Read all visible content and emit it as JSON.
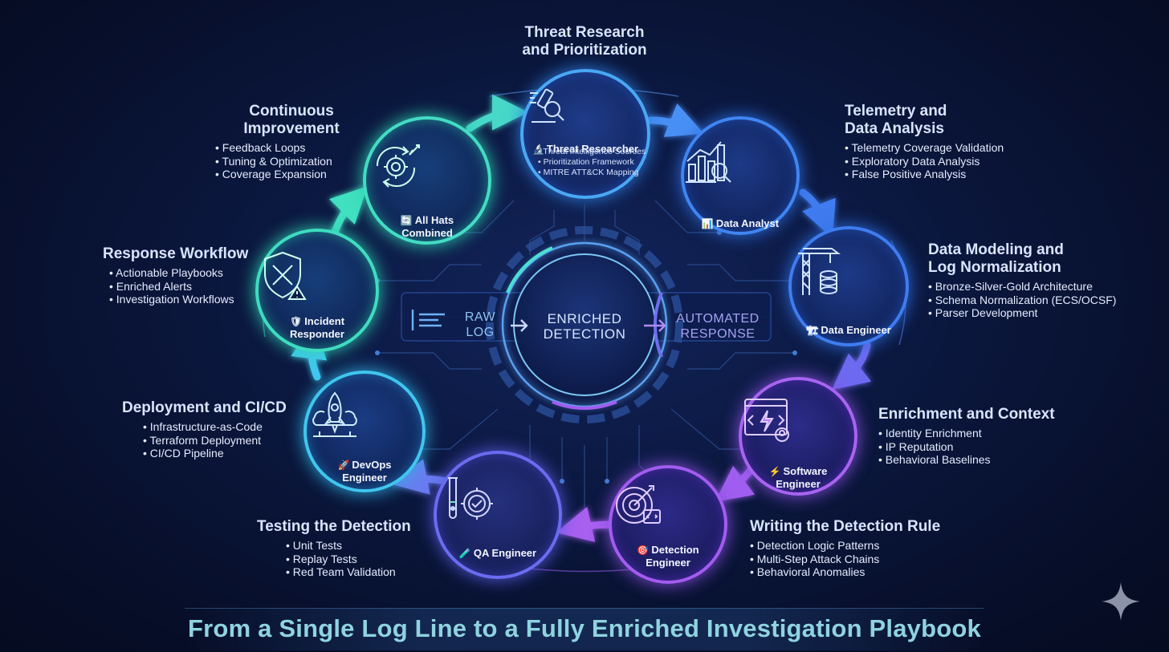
{
  "roles": {
    "threat_researcher": {
      "label": "Threat Researcher",
      "glyph": "🔬",
      "items": [
        "Threat Intelligence Sources",
        "Prioritization Framework",
        "MITRE ATT&CK Mapping"
      ]
    },
    "data_analyst": {
      "label": "Data Analyst",
      "glyph": "📊"
    },
    "data_engineer": {
      "label": "Data Engineer",
      "glyph": "🏗"
    },
    "software_engineer": {
      "label": "Software\nEngineer",
      "glyph": "⚡"
    },
    "detection_engineer": {
      "label": "Detection\nEngineer",
      "glyph": "🎯"
    },
    "qa_engineer": {
      "label": "QA Engineer",
      "glyph": "🧪"
    },
    "devops_engineer": {
      "label": "DevOps\nEngineer",
      "glyph": "🚀"
    },
    "incident_responder": {
      "label": "Incident\nResponder",
      "glyph": "🛡"
    },
    "all_hats": {
      "label": "All Hats\nCombined",
      "glyph": "🔄"
    }
  },
  "stages": {
    "threat_research": {
      "title": "Threat Research\nand Prioritization"
    },
    "telemetry": {
      "title": "Telemetry and\nData Analysis",
      "items": [
        "Telemetry Coverage Validation",
        "Exploratory Data Analysis",
        "False Positive Analysis"
      ]
    },
    "data_modeling": {
      "title": "Data Modeling and\nLog Normalization",
      "items": [
        "Bronze-Silver-Gold Architecture",
        "Schema Normalization (ECS/OCSF)",
        "Parser Development"
      ]
    },
    "enrichment": {
      "title": "Enrichment and Context",
      "items": [
        "Identity Enrichment",
        "IP Reputation",
        "Behavioral Baselines"
      ]
    },
    "writing_rule": {
      "title": "Writing the Detection Rule",
      "items": [
        "Detection Logic Patterns",
        "Multi-Step Attack Chains",
        "Behavioral Anomalies"
      ]
    },
    "testing": {
      "title": "Testing the Detection",
      "items": [
        "Unit Tests",
        "Replay Tests",
        "Red Team Validation"
      ]
    },
    "deployment": {
      "title": "Deployment and CI/CD",
      "items": [
        "Infrastructure-as-Code",
        "Terraform Deployment",
        "CI/CD Pipeline"
      ]
    },
    "response": {
      "title": "Response Workflow",
      "items": [
        "Actionable Playbooks",
        "Enriched Alerts",
        "Investigation Workflows"
      ]
    },
    "improvement": {
      "title": "Continuous\nImprovement",
      "items": [
        "Feedback Loops",
        "Tuning & Optimization",
        "Coverage Expansion"
      ]
    }
  },
  "flow": {
    "raw": "RAW\nLOG",
    "enriched": "ENRICHED\nDETECTION",
    "automated": "AUTOMATED\nRESPONSE"
  },
  "footer": {
    "title": "From a Single Log Line to a Fully Enriched Investigation Playbook"
  },
  "colors": {
    "background": "#070f2b",
    "teal": "#3fe0c0",
    "cyan": "#40c8f0",
    "blue": "#3a7cf0",
    "purple": "#a060f0",
    "violet": "#7a50e8",
    "footer_text": "#8fd3e0"
  }
}
